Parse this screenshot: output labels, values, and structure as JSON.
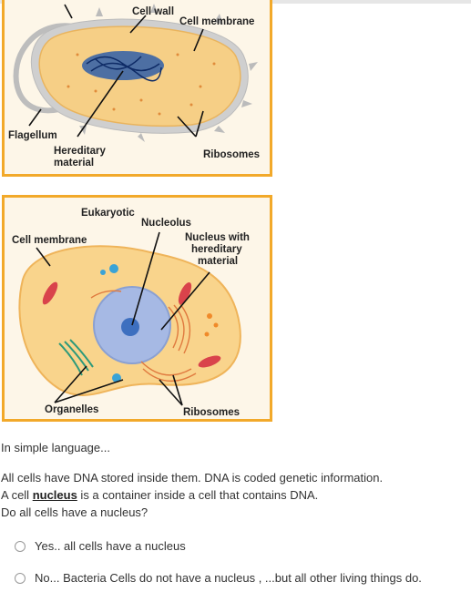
{
  "prokaryote_diagram": {
    "labels": {
      "cell_wall": "Cell wall",
      "cell_membrane": "Cell membrane",
      "flagellum": "Flagellum",
      "hereditary_line1": "Hereditary",
      "hereditary_line2": "material",
      "ribosomes": "Ribosomes"
    }
  },
  "eukaryote_diagram": {
    "labels": {
      "title": "Eukaryotic",
      "nucleolus": "Nucleolus",
      "cell_membrane": "Cell membrane",
      "nucleus_line1": "Nucleus with",
      "nucleus_line2": "hereditary",
      "nucleus_line3": "material",
      "organelles": "Organelles",
      "ribosomes": "Ribosomes"
    }
  },
  "question": {
    "intro": "In simple language...",
    "line1": "All cells have DNA stored inside them. DNA is coded genetic information.",
    "line2_prefix": "A cell ",
    "line2_bold": "nucleus",
    "line2_suffix": " is a container inside a cell that contains DNA.",
    "line3": "Do all cells have a nucleus?"
  },
  "options": [
    {
      "label": "Yes.. all cells have a nucleus",
      "selected": false
    },
    {
      "label": "No... Bacteria Cells do not have a nucleus , ...but all other living things do.",
      "selected": false
    }
  ],
  "colors": {
    "frame": "#f2a92a",
    "cell_fill": "#f9d48c",
    "nucleus": "#9fb4e0"
  }
}
